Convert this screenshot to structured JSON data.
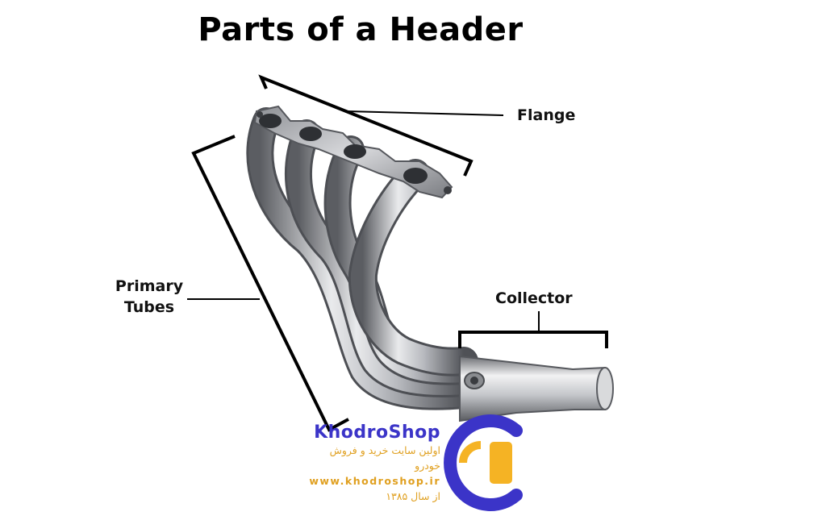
{
  "diagram": {
    "title": "Parts of a Header",
    "labels": {
      "flange": "Flange",
      "collector": "Collector",
      "primary_tubes_line1": "Primary",
      "primary_tubes_line2": "Tubes"
    }
  },
  "watermark": {
    "brand_name": "KhodroShop",
    "tagline": "اولین سایت خرید و فروش خودرو",
    "url": "www.khodroshop.ir",
    "since": "از سال ۱۳۸۵",
    "colors": {
      "primary": "#3b34c8",
      "accent": "#f5b324"
    }
  },
  "colors": {
    "metal_light": "#e8e8ea",
    "metal_mid": "#a9abb0",
    "metal_dark": "#55575c",
    "lines": "#000000"
  }
}
